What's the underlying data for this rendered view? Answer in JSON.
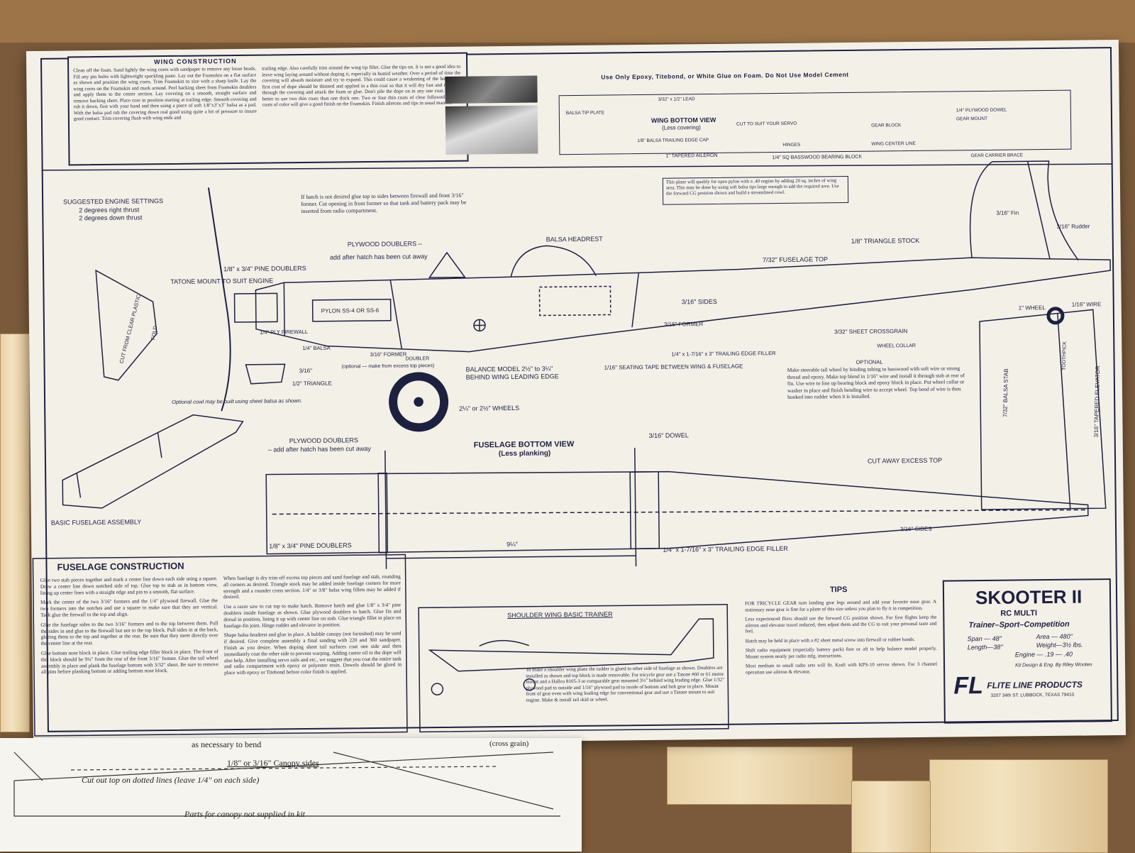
{
  "wing_construction": {
    "title": "WING CONSTRUCTION",
    "col1": "Clean off the foam. Sand lightly the wing cores with sandpaper to remove any loose beads. Fill any pin holes with lightweight spackling paste. Lay out the Foamskin on a flat surface as shown and position the wing cores. Trim Foamskin to size with a sharp knife. Lay the wing cores on the Foamskin and mark around. Peel backing sheet from Foamskin doublers and apply them to the center section. Lay covering on a smooth, straight surface and remove backing sheet. Place core in position starting at trailing edge. Smooth covering and rub it down, first with your hand and then using a piece of soft 1/8\"x3\"x3\" balsa as a pad. With the balsa pad rub the covering down real good using quite a bit of pressure to insure good contact. Trim covering flush with wing ends and",
    "col2": "trailing edge. Also carefully trim around the wing tip fillet. Glue the tips on. It is not a good idea to leave wing laying around without doping it, especially in humid weather. Over a period of time the covering will absorb moisture and try to expand. This could cause a weakening of the bond. The first coat of dope should be thinned and applied in a thin coat so that it will dry fast and not soak through the covering and attack the foam or glue. Don't pile the dope on in any one coat. It is far better to use two thin coats than one thick one. Two or four thin coats of clear followed by two coats of color will give a good finish on the Foamskin. Finish ailerons and tips in usual manner."
  },
  "glue_note": "Use Only Epoxy, Titebond, or White Glue on Foam. Do Not Use Model Cement",
  "wing_bottom_view": {
    "title": "WING BOTTOM VIEW",
    "subtitle": "(Less covering)",
    "labels": [
      "BALSA TIP PLATE",
      "3/32\" x 1/2\" LEAD",
      "CUT TO SUIT YOUR SERVO",
      "1/8\" BALSA TRAILING EDGE CAP",
      "1\" TAPERED AILERON",
      "1/4\" SQ BASSWOOD BEARING BLOCK",
      "HINGES",
      "GEAR BLOCK",
      "WING CENTER LINE",
      "1/4\" PLYWOOD DOWEL",
      "GEAR MOUNT",
      "GEAR CARRIER BRACE"
    ]
  },
  "pylon_note": "This plane will qualify for open pylon with a .40 engine by adding 20 sq. inches of wing area. This may be done by using soft balsa tips large enough to add the required area. Use the forward CG position shown and build a streamlined cowl.",
  "engine_settings": {
    "title": "SUGGESTED ENGINE SETTINGS",
    "line1": "2 degrees right thrust",
    "line2": "2 degrees down thrust"
  },
  "hatch_note": "If hatch is not desired glue top to sides between firewall and front 3/16\" former. Cut opening in front former so that tank and battery pack may be inserted from radio compartment.",
  "fuselage_labels": {
    "plywood_doublers": "PLYWOOD DOUBLERS –",
    "add_after_hatch": "add after hatch has been cut away",
    "balsa_headrest": "BALSA HEADREST",
    "pine_doublers": "1/8\" x 3/4\" PINE DOUBLERS",
    "tatone": "TATONE MOUNT TO SUIT ENGINE",
    "pylon": "PYLON SS-4 OR SS-6",
    "ply_firewall": "1/4\" PLY FIREWALL",
    "balsa_quarter": "1/4\" BALSA",
    "former": "3/16\" FORMER",
    "doubler": "DOUBLER",
    "optional_doubler": "(optional — make from excess top pieces)",
    "balance": "BALANCE MODEL 2½\" to 3¼\"",
    "balance2": "BEHIND WING LEADING EDGE",
    "seating_tape": "1/16\" SEATING TAPE BETWEEN WING & FUSELAGE",
    "trailing_filler": "1/4\" x 1-7/16\" x 3\" TRAILING EDGE FILLER",
    "fuselage_top": "7/32\" FUSELAGE TOP",
    "sides": "3/16\" SIDES",
    "former2": "3/16\" FORMER",
    "crossgrain": "3/32\" SHEET CROSSGRAIN",
    "triangle_stock": "1/8\" TRIANGLE STOCK",
    "fin": "3/16\" Fin",
    "rudder": "3/16\" Rudder",
    "wheel": "1\" WHEEL",
    "wire": "1/16\" WIRE",
    "wheel_collar": "WHEEL COLLAR",
    "optional": "OPTIONAL",
    "wheels": "2¼\" or 2½\" WHEELS",
    "cowl_quarter": "3/16\"",
    "cowl_triangle": "1/2\" TRIANGLE",
    "cowl_note": "Optional cowl may be built using sheet balsa as shown.",
    "cowl_plastic": "CUT FROM CLEAR PLASTIC",
    "fold": "FOLD",
    "tail_wheel_note": "Make steerable tail wheel by binding tubing to basswood with soft wire or strong thread and epoxy. Make top blend in 1/16\" wire and install it through stab at rear of fin. Use wire to line up bearing block and epoxy block in place. Put wheel collar or washer in place and finish bending wire to accept wheel. Top bend of wire is then hooked into rudder when it is installed.",
    "balsa_stab": "7/32\" BALSA STAB",
    "tapered_elevator": "3/16\" TAPERED ELEVATOR",
    "toothpick": "TOOTHPICK"
  },
  "bottom_view": {
    "title": "FUSELAGE BOTTOM VIEW",
    "subtitle": "(Less planking)",
    "plywood_doublers": "PLYWOOD DOUBLERS",
    "add_after": "– add after hatch has been cut away",
    "dowel": "3/16\" DOWEL",
    "cut_away": "CUT AWAY EXCESS TOP",
    "sides": "3/16\" SIDES",
    "pine_doublers": "1/8\" x 3/4\" PINE DOUBLERS",
    "dimension": "9¼\"",
    "filler": "1/4\" x 1-7/16\" x 3\" TRAILING EDGE FILLER",
    "basic_assembly": "BASIC FUSELAGE ASSEMBLY"
  },
  "fuselage_construction": {
    "title": "FUSELAGE CONSTRUCTION",
    "p1": "Glue two stab pieces together and mark a center line down each side using a square. Draw a center line down notched side of top. Glue top to stab as in bottom view, lining up center lines with a straight edge and pin to a smooth, flat surface.",
    "p2": "Mark the center of the two 3/16\" formers and the 1/4\" plywood firewall. Glue the two formers into the notches and use a square to make sure that they are vertical. Tack glue the firewall to the top and align.",
    "p3": "Glue the fuselage sides to the two 3/16\" formers and to the top between them. Pull the sides in and glue to the firewall but not to the top block. Pull sides in at the back, glueing them to the top and together at the rear. Be sure that they meet directly over the center line at the rear.",
    "p4": "Glue bottom nose block in place. Glue trailing edge filler block in place. The front of this block should be 9¼\" from the rear of the front 3/16\" former. Glue the tail wheel assembly in place and plank the fuselage bottom with 3/32\" sheet. Be sure to remove all pins before planking bottom or adding bottom nose block.",
    "p5": "When fuselage is dry trim off excess top pieces and sand fuselage and stab, rounding all corners as desired. Triangle stock may be added inside fuselage corners for more strength and a rounder cross section. 1/4\" or 3/8\" balsa wing fillets may be added if desired.",
    "p6": "Use a razor saw to cut top to make hatch. Remove hatch and glue 1/8\" x 3/4\" pine doublers inside fuselage as shown. Glue plywood doublers to hatch. Glue fin and dorsal in position, lining it up with center line on stab. Glue triangle fillet in place on fuselage-fin joint. Hinge rudder and elevator in position.",
    "p7": "Shape balsa headrest and glue in place. A bubble canopy (not furnished) may be used if desired. Give complete assembly a final sanding with 220 and 360 sandpaper. Finish as you desire. When doping sheet tail surfaces coat one side and then immediately coat the other side to prevent warping. Adding castor oil to the dope will also help. After installing servo rails and etc., we suggest that you coat the entire tank and radio compartment with epoxy or polyester resin. Dowels should be glued in place with epoxy or Titebond before color finish is applied."
  },
  "shoulder_wing": {
    "title": "SHOULDER WING BASIC TRAINER",
    "text": "To make a shoulder wing plane the rudder is glued to other side of fuselage as shown. Doublers are installed as shown and top block is made removable. For tricycle gear use a Tatone #60 or 61 motor mount and a Hallco 8105-3 or comparable gear mounted 3½\" behind wing leading edge. Glue 1/32\" plywood pad to outside and 1/16\" plywood pad to inside of bottom and bolt gear in place. Mount front of gear even with wing leading edge for conventional gear and use a Tatone mount to suit engine. Make & install tail skid or wheel."
  },
  "tips": {
    "title": "TIPS",
    "t1": "FOR TRICYCLE GEAR turn landing gear legs around and add your favorite nose gear. A stationary nose gear is fine for a plane of this size unless you plan to fly it in competition.",
    "t2": "Less experienced fliers should use the forward CG position shown. For first flights keep the aileron and elevator travel reduced, then adjust them and the CG to suit your personal taste and feel.",
    "t3": "Hatch may be held in place with a #2 sheet metal screw into firewall or rubber bands.",
    "t4": "Shift radio equipment (especially battery pack) fore or aft to help balance model properly. Mount system neatly per radio mfg. instructions.",
    "t5": "Most medium to small radio sets will fit. Kraft with KPS-10 servos shown. For 3 channel operation use aileron & elevator."
  },
  "logo": {
    "name": "SKOOTER II",
    "sub": "RC MULTI",
    "tagline": "Trainer–Sport–Competition",
    "span": "Span — 48\"",
    "area": "Area — 480\"",
    "length": "Length—38\"",
    "weight": "Weight—3½ lbs.",
    "engine": "Engine — .19 — .40",
    "design": "Kit Design & Eng. By Riley Wooten",
    "company": "FLITE LINE PRODUCTS",
    "address": "3207 34th ST.   LUBBOCK, TEXAS 79410",
    "monogram": "FL"
  },
  "canopy_sheet": {
    "l1": "as necessary to bend",
    "l2": "1/8\" or 3/16\" Canopy sides",
    "l3": "Cut out top on dotted lines (leave 1/4\" on each side)",
    "l4": "Parts for canopy not supplied in kit",
    "l5": "(cross grain)"
  },
  "colors": {
    "ink": "#1e2040",
    "paper": "#f3f0e8",
    "wood": "#e9d2a6",
    "box": "#7a5a3a"
  }
}
